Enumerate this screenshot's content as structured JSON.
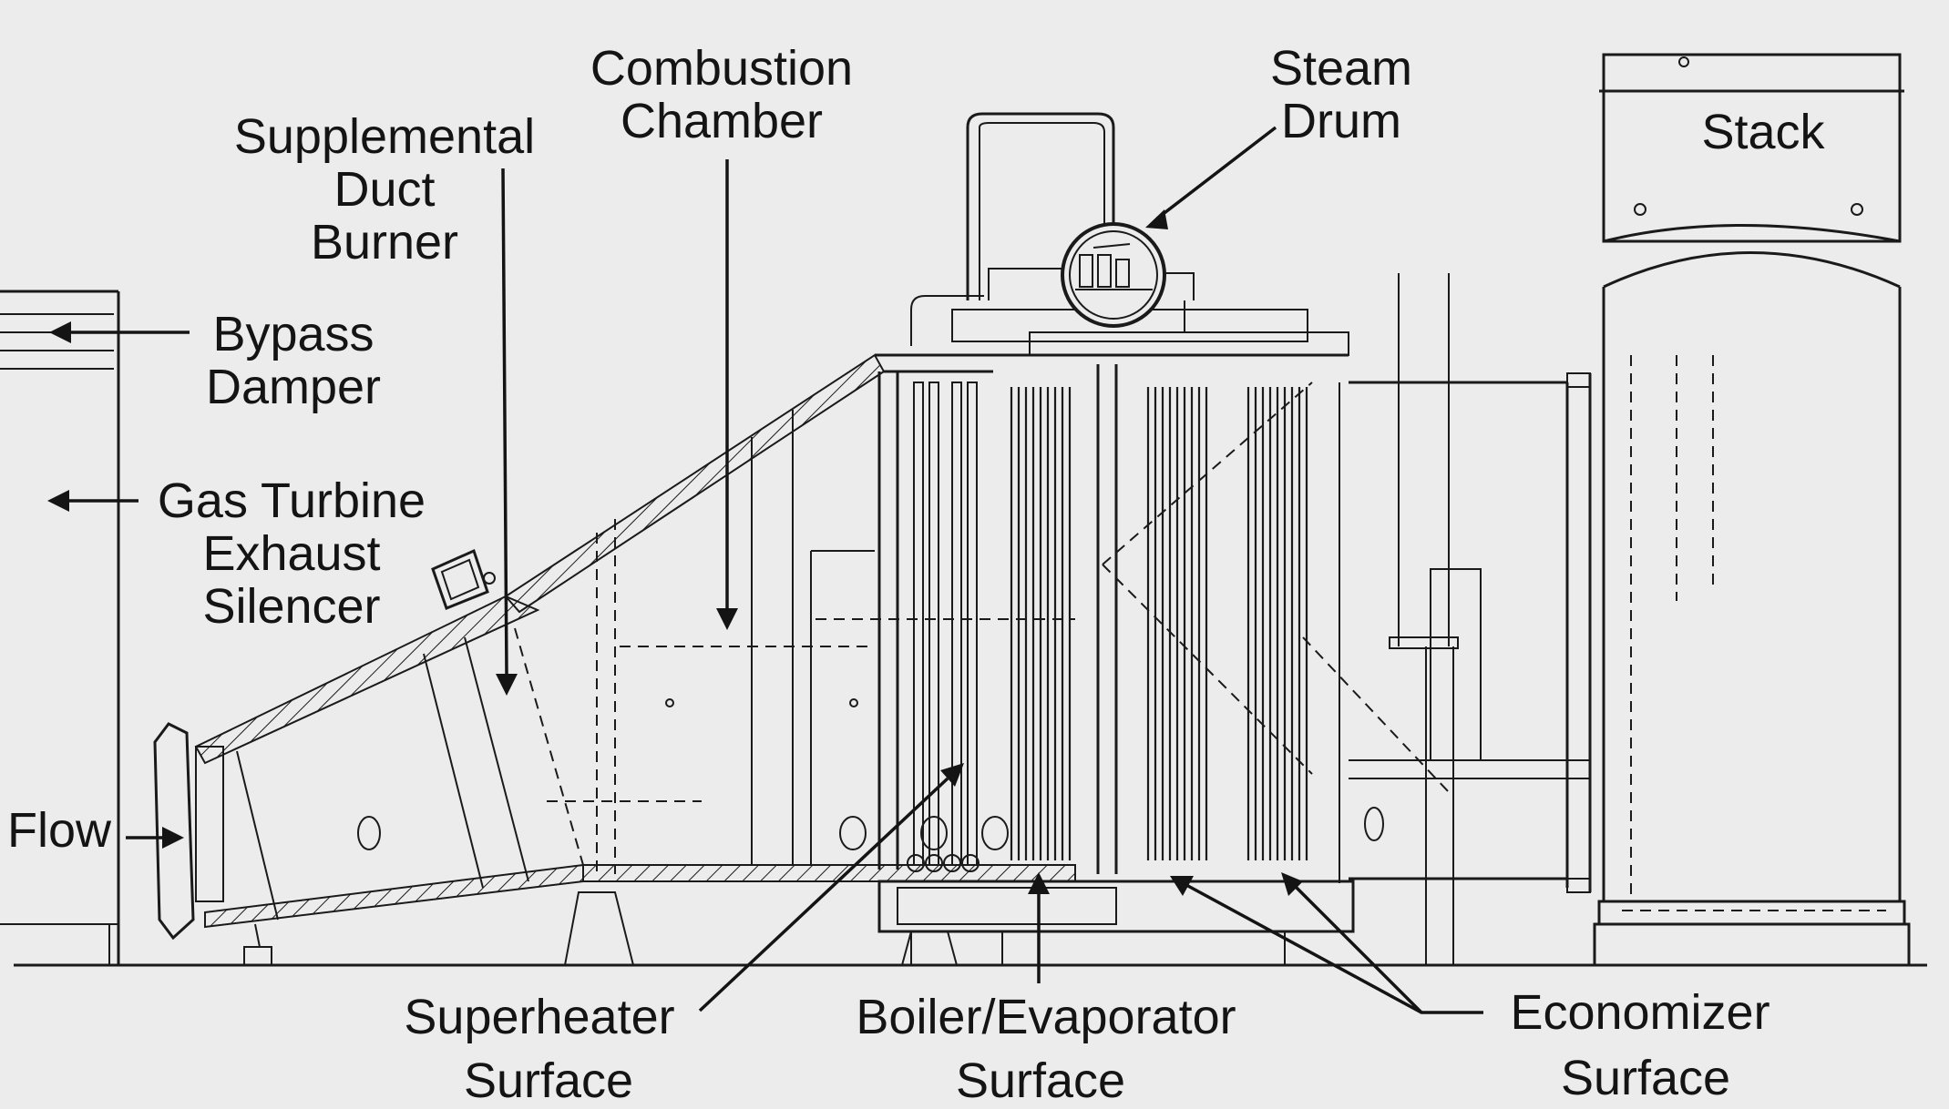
{
  "labels": {
    "combustion_chamber": [
      "Combustion",
      "Chamber"
    ],
    "steam_drum": [
      "Steam",
      "Drum"
    ],
    "supplemental_duct_burner": [
      "Supplemental",
      "Duct",
      "Burner"
    ],
    "stack": "Stack",
    "bypass_damper": [
      "Bypass",
      "Damper"
    ],
    "gas_turbine_exhaust_silencer": [
      "Gas Turbine",
      "Exhaust",
      "Silencer"
    ],
    "flow": "Flow",
    "superheater_surface": [
      "Superheater",
      "Surface"
    ],
    "boiler_evaporator_surface": [
      "Boiler/Evaporator",
      "Surface"
    ],
    "economizer_surface": [
      "Economizer",
      "Surface"
    ]
  },
  "colors": {
    "background": "#ececec",
    "ink": "#141414"
  }
}
